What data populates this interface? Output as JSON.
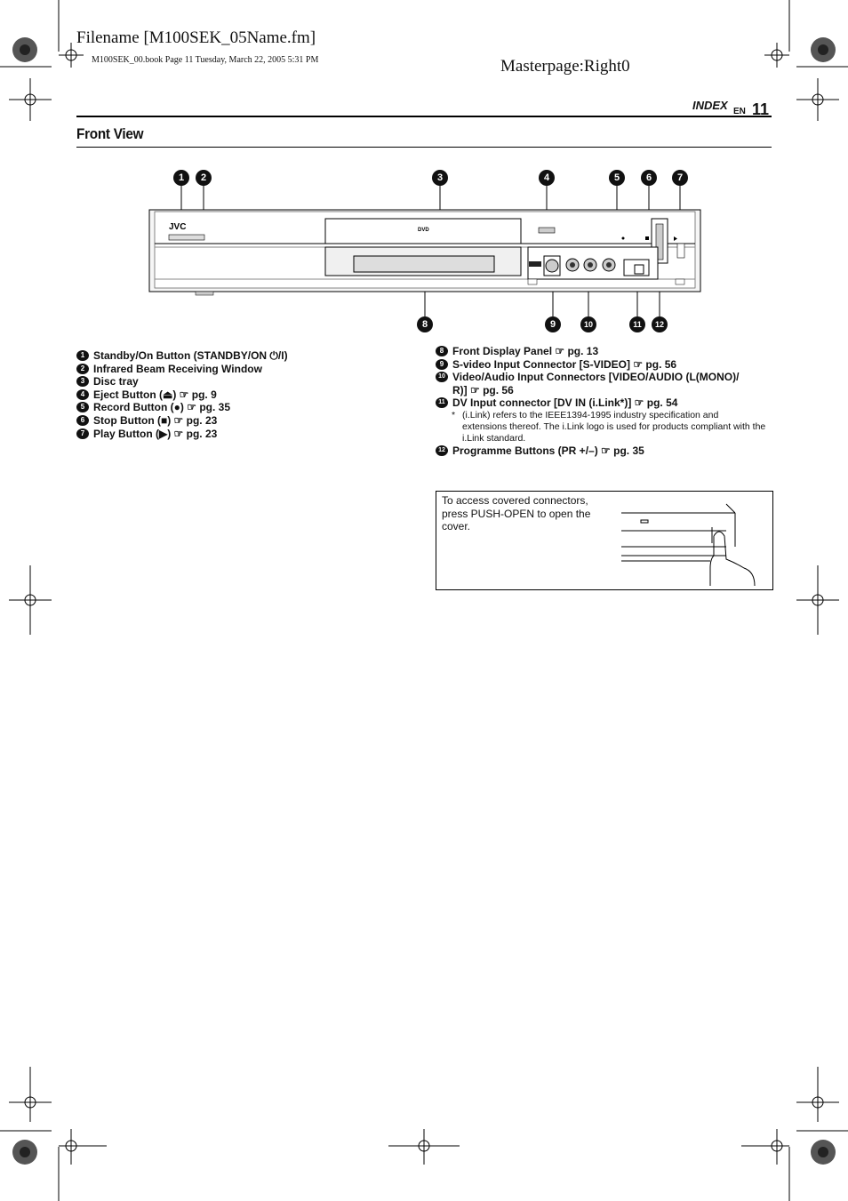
{
  "header": {
    "filename": "Filename [M100SEK_05Name.fm]",
    "book_line": "M100SEK_00.book  Page 11  Tuesday, March 22, 2005  5:31 PM",
    "masterpage": "Masterpage:Right0",
    "index_label": "INDEX",
    "lang": "EN",
    "page_number": "11"
  },
  "section_title": "Front View",
  "device": {
    "brand": "JVC",
    "disc_logo": "DVD"
  },
  "callout_numbers": [
    "1",
    "2",
    "3",
    "4",
    "5",
    "6",
    "7",
    "8",
    "9",
    "10",
    "11",
    "12"
  ],
  "left_list": [
    {
      "num": "1",
      "text": "Standby/On Button (STANDBY/ON ⏻/I)"
    },
    {
      "num": "2",
      "text": "Infrared Beam Receiving Window"
    },
    {
      "num": "3",
      "text": "Disc tray"
    },
    {
      "num": "4",
      "text": "Eject Button (⏏) ☞ pg. 9"
    },
    {
      "num": "5",
      "text": "Record Button (●) ☞ pg. 35"
    },
    {
      "num": "6",
      "text": "Stop Button (■) ☞ pg. 23"
    },
    {
      "num": "7",
      "text": "Play Button (▶) ☞ pg. 23"
    }
  ],
  "right_list": [
    {
      "num": "8",
      "text": "Front Display Panel ☞ pg. 13"
    },
    {
      "num": "9",
      "text": "S-video Input Connector [S-VIDEO] ☞ pg. 56"
    },
    {
      "num": "10",
      "text": "Video/Audio Input Connectors [VIDEO/AUDIO (L(MONO)/"
    },
    {
      "num": "",
      "text": "R)] ☞ pg. 56"
    },
    {
      "num": "11",
      "text": "DV Input connector [DV IN (i.Link*)] ☞ pg. 54"
    }
  ],
  "note": {
    "star": "*",
    "lines": [
      "(i.Link) refers to the IEEE1394-1995 industry specification and",
      "extensions thereof. The i.Link logo is used for products compliant with the",
      "i.Link standard."
    ]
  },
  "right_list_last": {
    "num": "12",
    "text": "Programme Buttons (PR +/–) ☞ pg. 35"
  },
  "box_text": "To access covered connectors, press PUSH-OPEN to open the cover."
}
